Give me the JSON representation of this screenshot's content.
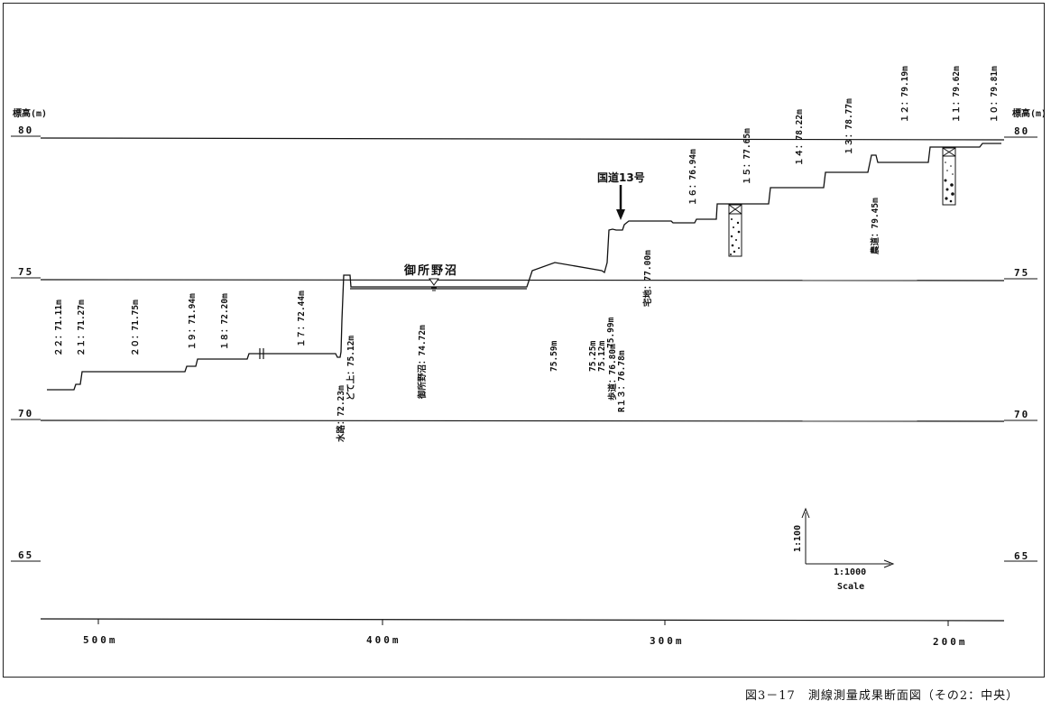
{
  "y_axis_label": "標高(m)",
  "elevation_ticks": [
    "80",
    "75",
    "70",
    "65"
  ],
  "x_ticks": [
    "500m",
    "400m",
    "300m",
    "200m"
  ],
  "caption": "図3－17　測線測量成果断面図（その2：中央）",
  "pond_name": "御所野沼",
  "road_name": "国道13号",
  "scale": {
    "vertical": "1:100",
    "horizontal": "1:1000",
    "label": "Scale"
  },
  "point_labels": [
    "２２：71.11m",
    "２１：71.27m",
    "２０：71.75m",
    "１９：71.94m",
    "１８：72.20m",
    "１７：72.44m",
    "水路：72.23m",
    "どて上：75.12m",
    "御所野沼：74.72m",
    "75.59m",
    "75.25m",
    "75.12m",
    "歩道：76.80m",
    "R１３：76.78m",
    "75.99m",
    "宅地：77.00m",
    "１６：76.94m",
    "１５：77.65m",
    "１４：78.22m",
    "１３：78.77m",
    "農道：79.45m",
    "１２：79.19m",
    "１１：79.62m",
    "１０：79.81m"
  ],
  "colors": {
    "line": "#111111",
    "background": "#ffffff"
  }
}
